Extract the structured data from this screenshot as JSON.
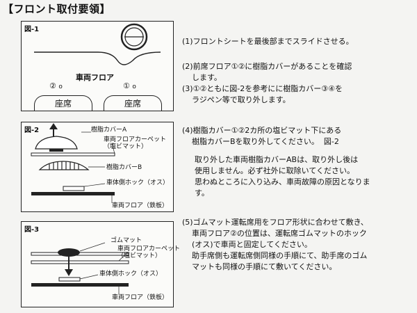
{
  "header": {
    "title": "【フロント取付要領】"
  },
  "fig1": {
    "label": "図-1",
    "floor_label": "車両フロア",
    "marker_left": "②",
    "marker_right": "①",
    "seat_left": "座席",
    "seat_right": "座席"
  },
  "fig2": {
    "label": "図-2",
    "cover_a": "樹脂カバーA",
    "carpet": "車両フロアカーペット\n（塩ビマット）",
    "cover_b": "樹脂カバーB",
    "hook": "車体側ホック（オス）",
    "floor": "車両フロア（鉄板）"
  },
  "fig3": {
    "label": "図-3",
    "rubber_mat": "ゴムマット",
    "carpet": "車両フロアカーペット\n（塩ビマット）",
    "hook": "車体側ホック（オス）",
    "floor": "車両フロア（鉄板）"
  },
  "steps": {
    "s1": "(1)フロントシートを最後部までスライドさせる。",
    "s2": "(2)前席フロア①②に樹脂カバーがあることを確認\n    します。",
    "s3": "(3)①②ともに図-2を参考にに樹脂カバー③④を\n    ラジペン等で取り外します。",
    "s4": "(4)樹脂カバー①②2カ所の塩ビマット下にある\n    樹脂カバーBを取り外してください。  図-2",
    "note": "取り外した車両樹脂カバーABは、取り外し後は\n使用しません。必ず社外に取除いてください。\n思わぬところに入り込み、車両故障の原因となりま\nす。",
    "s5": "(5)ゴムマット運転席用をフロア形状に合わせて敷き、\n    車両フロア②の位置は、運転席ゴムマットのホック\n    (オス)で車両と固定してください。\n    助手席側も運転席側同様の手順にて、助手席のゴム\n    マットも同様の手順にて敷いてください。"
  }
}
